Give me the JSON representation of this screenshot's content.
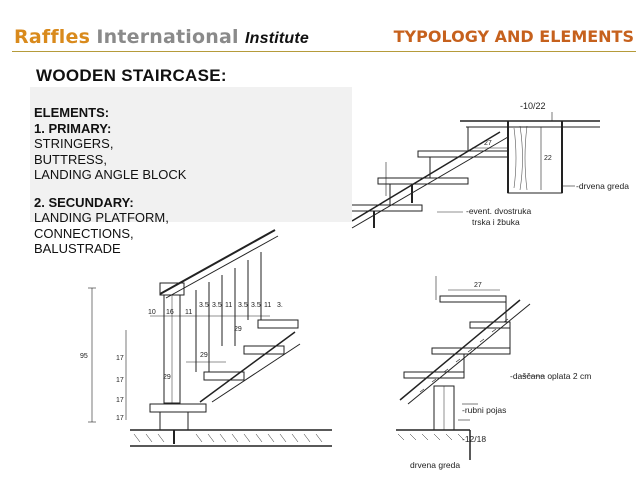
{
  "header": {
    "brand_part1": "Raffles",
    "brand_part2": "International",
    "brand_part3": "Institute",
    "section_title": "TYPOLOGY AND ELEMENTS"
  },
  "title": "WOODEN STAIRCASE:",
  "elements": {
    "heading": "ELEMENTS:",
    "primary_heading": "1. PRIMARY:",
    "primary_items": [
      "STRINGERS,",
      "BUTTRESS,",
      "LANDING ANGLE BLOCK"
    ],
    "secondary_heading": "2. SECUNDARY:",
    "secondary_items": [
      "LANDING PLATFORM,",
      "CONNECTIONS,",
      "BALUSTRADE"
    ]
  },
  "drawing_top": {
    "top_dim": "-10/22",
    "dim_27": "27",
    "dim_22": "22",
    "label_beam": "-drvena greda",
    "label_note1": "-event. dvostruka",
    "label_note2": "trska i žbuka"
  },
  "drawing_left": {
    "dim_95": "95",
    "dims_top": [
      "10",
      "16",
      "11",
      "3.5",
      "3.5",
      "11",
      "3.5",
      "3.5",
      "11",
      "3."
    ],
    "dim_29a": "29",
    "dim_29b": "29",
    "dim_29c": "29",
    "dims_side": [
      "17",
      "17",
      "17",
      "17"
    ]
  },
  "drawing_right": {
    "dim_27": "27",
    "label_boards": "-daščana oplata 2 cm",
    "label_edge": "-rubni pojas",
    "dim_bottom": "-12/18",
    "label_beam": "drvena greda"
  },
  "colors": {
    "brand_orange": "#d98a1c",
    "brand_grey": "#8a8a8a",
    "section_orange": "#c6611d",
    "rule": "#b59b3a"
  }
}
